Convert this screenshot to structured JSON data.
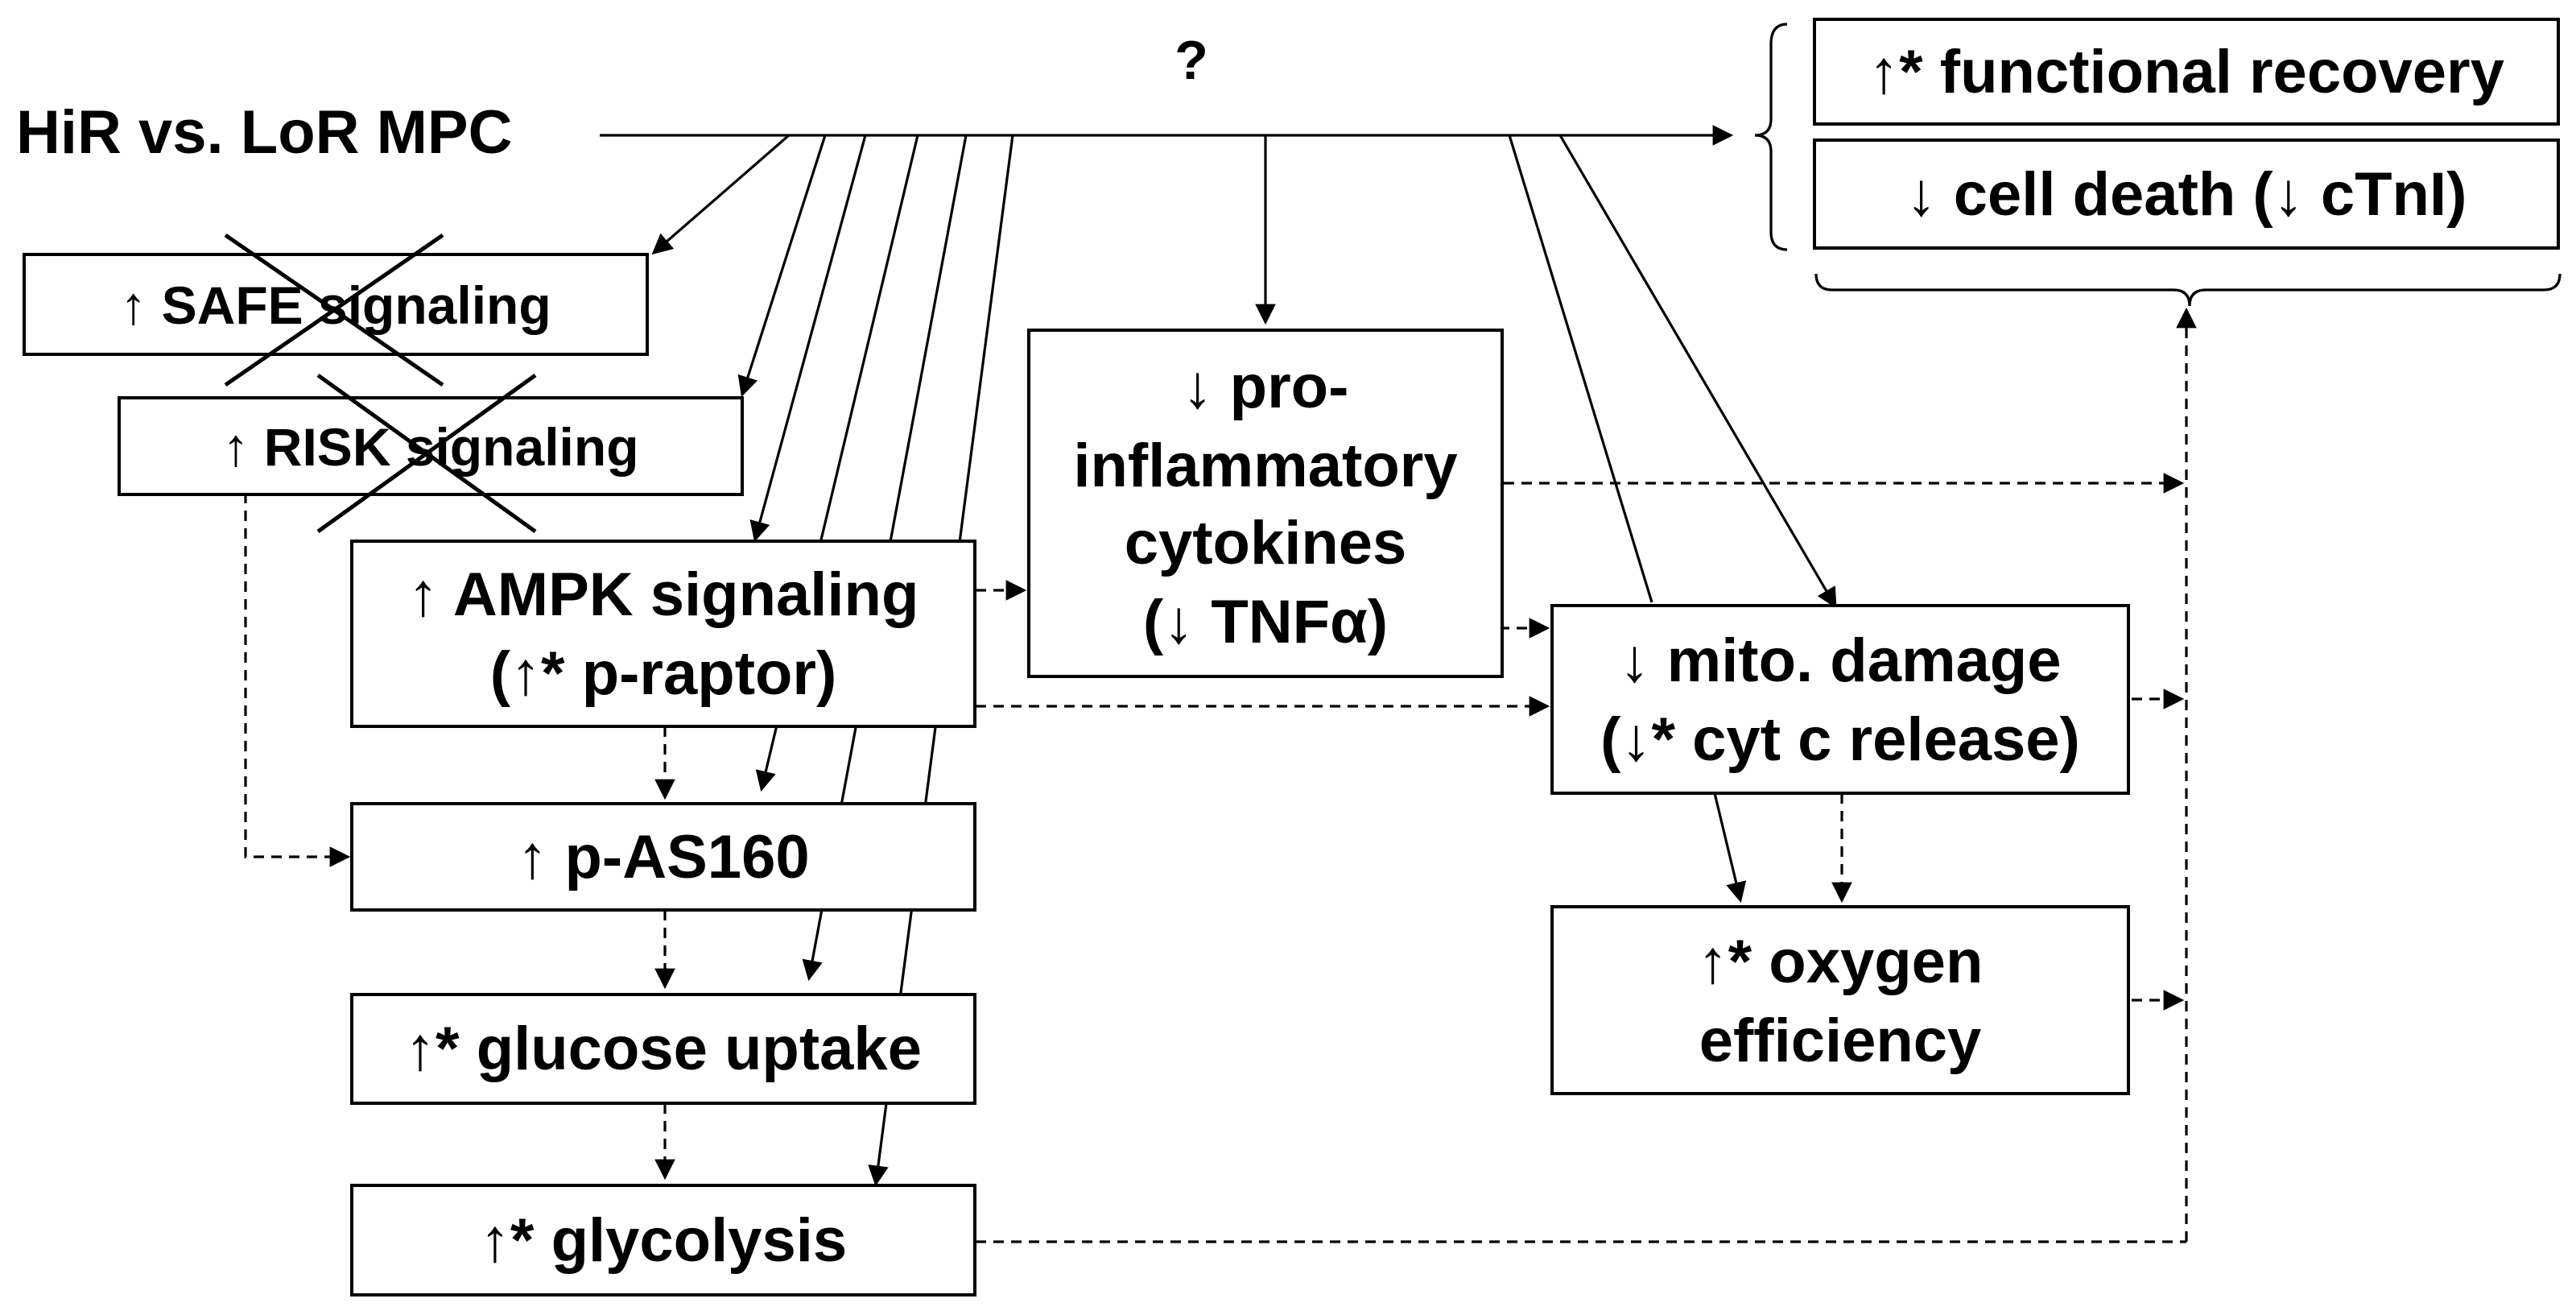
{
  "source_label": "HiR vs. LoR MPC",
  "question_mark": "?",
  "outcomes": {
    "functional_recovery": "↑* functional recovery",
    "cell_death": "↓ cell death (↓ cTnI)"
  },
  "boxes": {
    "safe": {
      "text": "↑ SAFE signaling",
      "crossed_out": true
    },
    "risk": {
      "text": "↑ RISK signaling",
      "crossed_out": true
    },
    "ampk": {
      "line1": "↑ AMPK signaling",
      "line2": "(↑* p-raptor)"
    },
    "cytokines": {
      "line1": "↓ pro-",
      "line2": "inflammatory",
      "line3": "cytokines",
      "line4": "(↓ TNFα)"
    },
    "mito": {
      "line1": "↓ mito. damage",
      "line2": "(↓* cyt c release)"
    },
    "as160": {
      "text": "↑ p-AS160"
    },
    "glucose": {
      "text": "↑* glucose uptake"
    },
    "glycolysis": {
      "text": "↑* glycolysis"
    },
    "oxygen": {
      "line1": "↑* oxygen",
      "line2": "efficiency"
    }
  }
}
